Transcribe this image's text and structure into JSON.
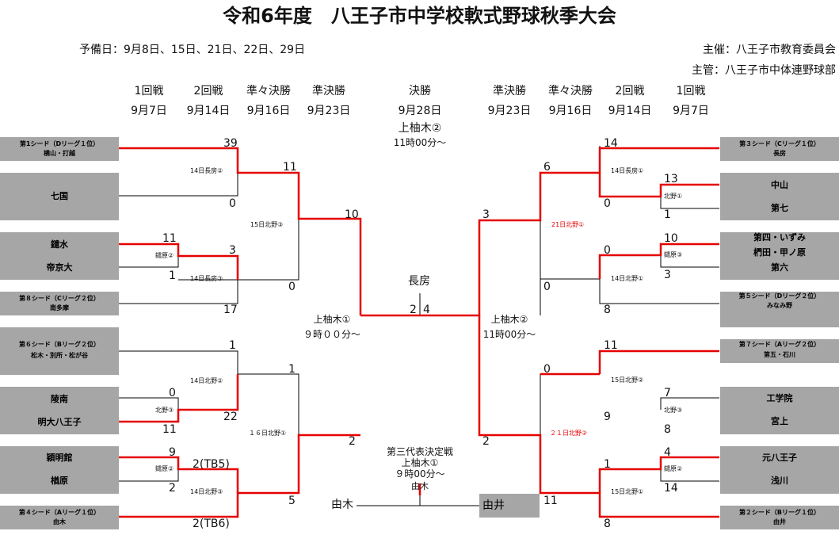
{
  "title": "令和6年度　八王子市中学校軟式野球秋季大会",
  "reserve_days": "予備日：9月8日、15日、21日、22日、29日",
  "host": "主催：八王子市教育委員会",
  "organizer": "主管：八王子市中体連野球部",
  "rounds_left": [
    {
      "name": "1回戦",
      "date": "9月7日"
    },
    {
      "name": "2回戦",
      "date": "9月14日"
    },
    {
      "name": "準々決勝",
      "date": "9月16日"
    },
    {
      "name": "準決勝",
      "date": "9月23日"
    }
  ],
  "rounds_right": [
    {
      "name": "準決勝",
      "date": "9月23日"
    },
    {
      "name": "準々決勝",
      "date": "9月16日"
    },
    {
      "name": "2回戦",
      "date": "9月14日"
    },
    {
      "name": "1回戦",
      "date": "9月7日"
    }
  ],
  "final": {
    "name": "決勝",
    "date": "9月28日",
    "venue": "上柚木②",
    "time": "11時00分～",
    "winner": "長房",
    "score_left": "2",
    "score_right": "4"
  },
  "semi_left_venue": {
    "venue": "上柚木①",
    "time": "９時００分～"
  },
  "semi_right_venue": {
    "venue": "上柚木②",
    "time": "11時00分～"
  },
  "third_place": {
    "title": "第三代表決定戦",
    "venue": "上柚木①",
    "time": "９時00分～",
    "winner": "由木",
    "team_left": "由木",
    "team_right": "由井"
  },
  "teams_left": [
    {
      "lines": [
        "第1シード（Dリーグ１位）",
        "横山・打越"
      ]
    },
    {
      "lines": [
        "七国"
      ]
    },
    {
      "lines": [
        "鑓水",
        "帝京大"
      ]
    },
    {
      "lines": [
        "第８シード（Cリーグ２位）",
        "南多摩"
      ]
    },
    {
      "lines": [
        "第６シード（Bリーグ２位）",
        "松木・別所・松が谷"
      ]
    },
    {
      "lines": [
        "陵南",
        "明大八王子"
      ]
    },
    {
      "lines": [
        "穎明館",
        "楢原"
      ]
    },
    {
      "lines": [
        "第４シード（Aリーグ１位）",
        "由木"
      ]
    }
  ],
  "teams_right": [
    {
      "lines": [
        "第３シード（Cリーグ１位）",
        "長房"
      ]
    },
    {
      "lines": [
        "中山",
        "第七"
      ]
    },
    {
      "lines": [
        "第四・いずみ",
        "椚田・甲ノ原",
        "第六"
      ]
    },
    {
      "lines": [
        "第５シード（Dリーグ２位）",
        "みなみ野"
      ]
    },
    {
      "lines": [
        "第７シード（Aリーグ２位）",
        "第五・石川"
      ]
    },
    {
      "lines": [
        "工学院",
        "宮上"
      ]
    },
    {
      "lines": [
        "元八王子",
        "浅川"
      ]
    },
    {
      "lines": [
        "第２シード（Bリーグ１位）",
        "由井"
      ]
    }
  ],
  "scores": {
    "l_r2_1a": "39",
    "l_r2_1b": "0",
    "l_r1_1a": "11",
    "l_r1_1b": "1",
    "l_r2_2a": "3",
    "l_r2_2b": "17",
    "l_qf_1a": "11",
    "l_qf_1b": "0",
    "l_sf_1": "10",
    "l_r2_3a": "1",
    "l_r1_2a": "0",
    "l_r1_2b": "11",
    "l_r2_3b": "22",
    "l_r1_3a": "9",
    "l_r1_3b": "2",
    "l_r2_4a": "2(TB5)",
    "l_r2_4b": "2(TB6)",
    "l_qf_2a": "1",
    "l_qf_2b": "5",
    "l_sf_2": "2",
    "r_r2_1a": "14",
    "r_r1_1a": "13",
    "r_r1_1b": "1",
    "r_r2_1b": "0",
    "r_qf_1a": "6",
    "r_sf_1": "3",
    "r_r1_2a": "10",
    "r_r1_2b": "3",
    "r_r2_2a": "0",
    "r_r2_2b": "8",
    "r_qf_1b": "0",
    "r_r2_3a": "11",
    "r_qf_2a": "0",
    "r_r1_3a": "7",
    "r_r1_3b": "8",
    "r_r2_3b": "9",
    "r_sf_2": "2",
    "r_r1_4a": "4",
    "r_r1_4b": "14",
    "r_r2_4a": "1",
    "r_r2_4b": "8",
    "r_qf_2b": "11"
  },
  "venues": {
    "l1": "14日長房②",
    "l2": "14日長房③",
    "l3": "14日北野②",
    "l4": "14日北野③",
    "l5": "15日北野③",
    "l6": "１６日北野①",
    "l7": "鑓原②",
    "l8": "北野③",
    "l9": "鑓原②",
    "r1": "14日長房①",
    "r2": "14日北野①",
    "r3": "15日北野②",
    "r4": "15日北野①",
    "r5": "21日北野①",
    "r6": "２１日北野②",
    "r7": "北野①",
    "r8": "鑓原③",
    "r9": "北野③",
    "r10": "鑓原②"
  },
  "colors": {
    "win_line": "#e60000",
    "line": "#000000",
    "team_box": "#a6a6a6"
  }
}
